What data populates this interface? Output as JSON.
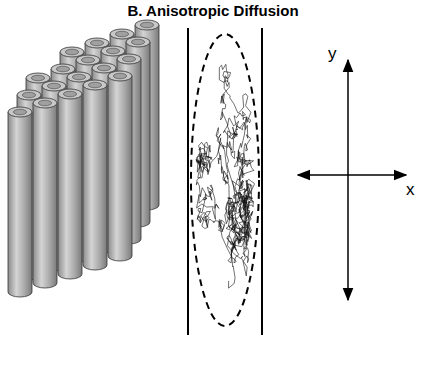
{
  "diagram": {
    "title": "B. Anisotropic Diffusion",
    "labels": [
      "y",
      "x"
    ]
  }
}
